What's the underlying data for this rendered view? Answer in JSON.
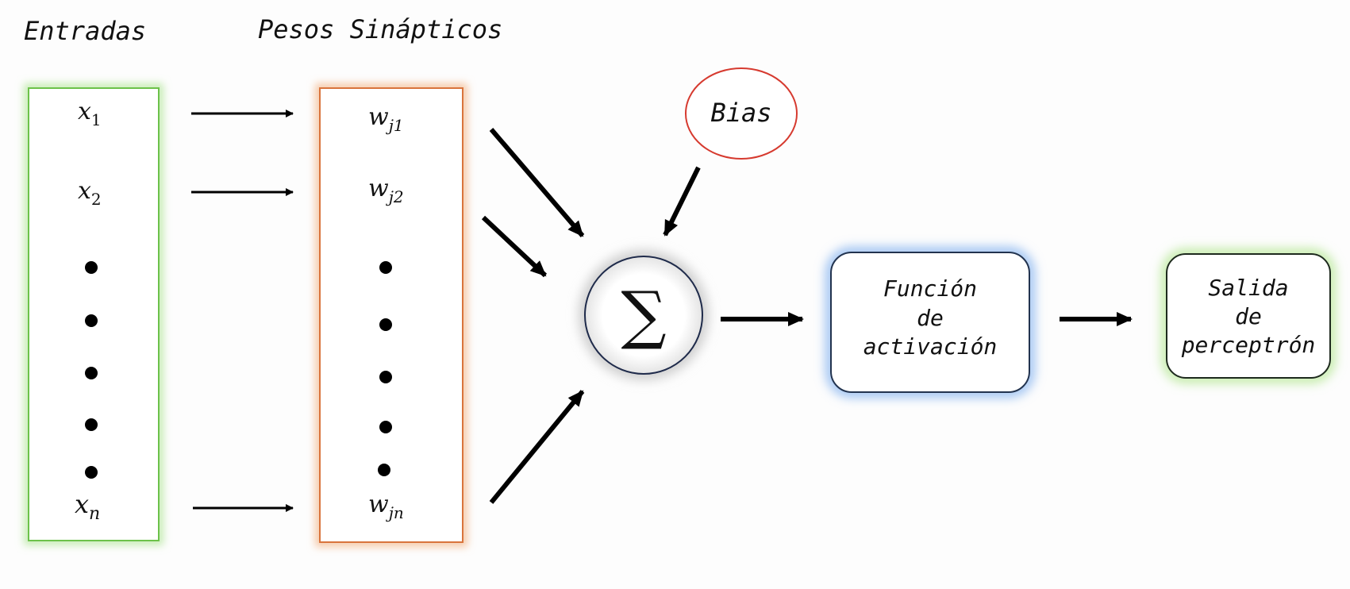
{
  "headings": {
    "inputs": "Entradas",
    "weights": "Pesos Sinápticos"
  },
  "inputs": {
    "first": {
      "base": "x",
      "sub": "1"
    },
    "second": {
      "base": "x",
      "sub": "2"
    },
    "last": {
      "base": "x",
      "sub": "n"
    }
  },
  "weights": {
    "first": {
      "base": "w",
      "sub": "j1"
    },
    "second": {
      "base": "w",
      "sub": "j2"
    },
    "last": {
      "base": "w",
      "sub": "jn"
    }
  },
  "bias": {
    "label": "Bias"
  },
  "summation": {
    "symbol": "∑"
  },
  "activation": {
    "line1": "Función",
    "line2": "de",
    "line3": "activación"
  },
  "output": {
    "line1": "Salida",
    "line2": "de",
    "line3": "perceptrón"
  },
  "colors": {
    "inputs_border": "#6cc24a",
    "inputs_glow": "#c6ecb4",
    "weights_border": "#d9743c",
    "weights_glow": "#f5c9a8",
    "bias_border": "#d63a2f",
    "sum_border": "#1e2a4a",
    "activation_border": "#22334f",
    "activation_glow": "#8db8f0",
    "output_border": "#1e2a1e",
    "output_glow": "#b9e89a",
    "arrow": "#000000"
  }
}
